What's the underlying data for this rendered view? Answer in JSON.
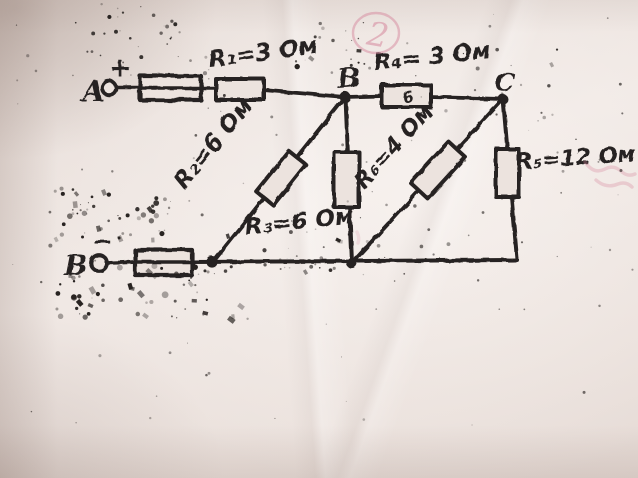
{
  "page": {
    "description": "Photographed hand-drawn electrical circuit diagram on creased paper"
  },
  "colors": {
    "ink": "#282321",
    "paper": "#ece3de",
    "pink_pen": "#d6879d"
  },
  "source_terminals": {
    "positive": {
      "letter": "A",
      "sign": "+"
    },
    "negative": {
      "letter": "В",
      "sign": "−"
    }
  },
  "node_labels": {
    "middle_top": "B",
    "right_top": "C"
  },
  "resistors": [
    {
      "id": "R1",
      "label": "R₁=3 Ом"
    },
    {
      "id": "R2",
      "label": "R₂=6 Ом"
    },
    {
      "id": "R3",
      "label": "R₃=6 Ом"
    },
    {
      "id": "R4",
      "label": "R₄= 3 Ом"
    },
    {
      "id": "R5",
      "label": "R₅=12 Ом"
    },
    {
      "id": "R6",
      "label": "R₆=4 Ом"
    }
  ],
  "marks": {
    "r4_inner_mark": "6",
    "circled_annotation": "2"
  }
}
